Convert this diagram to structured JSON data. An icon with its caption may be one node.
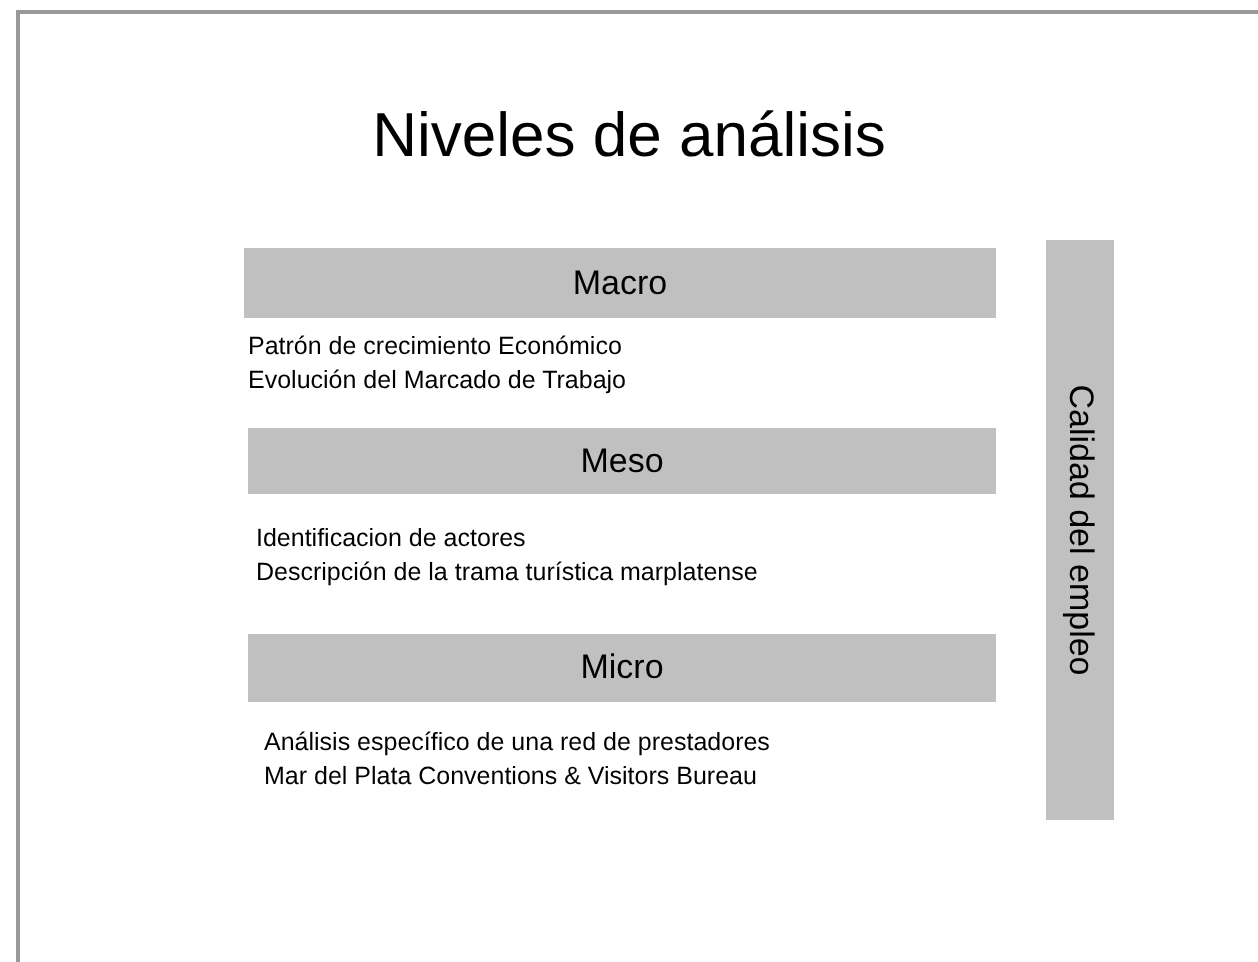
{
  "diagram": {
    "title": "Niveles de análisis",
    "nodes": [
      {
        "text": [
          "Macro"
        ],
        "beside": [
          "Patrón de crecimiento Económico",
          "Evolución del Marcado de Trabajo"
        ]
      },
      {
        "text": [
          "Meso"
        ],
        "beside": [
          "Identificacion de actores",
          "Descripción de la trama turística marplatense"
        ]
      },
      {
        "text": [
          "Micro"
        ],
        "beside": [
          "Análisis específico de una red de prestadores",
          "Mar del Plata Conventions & Visitors Bureau"
        ]
      },
      {
        "text": [
          "Calidad del empleo"
        ]
      }
    ]
  }
}
